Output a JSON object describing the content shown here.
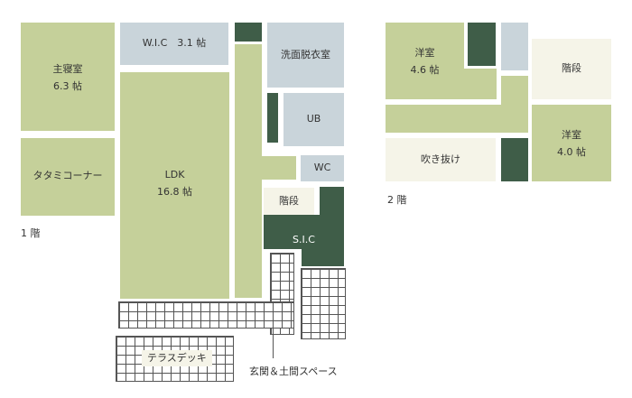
{
  "floor1": {
    "label": "1 階",
    "master_bedroom": {
      "name": "主寝室",
      "size": "6.3 帖"
    },
    "tatami_corner": {
      "name": "タタミコーナー"
    },
    "wic": {
      "label": "W.I.C　3.1 帖"
    },
    "ldk": {
      "name": "LDK",
      "size": "16.8 帖"
    },
    "washroom": {
      "name": "洗面脱衣室"
    },
    "ub": {
      "name": "UB"
    },
    "wc": {
      "name": "WC"
    },
    "stairs": {
      "name": "階段"
    },
    "sic": {
      "name": "S.I.C"
    },
    "terrace": {
      "name": "テラスデッキ"
    },
    "entrance": {
      "name": "玄関＆土間スペース"
    }
  },
  "floor2": {
    "label": "2 階",
    "western_a": {
      "name": "洋室",
      "size": "4.6 帖"
    },
    "stairs": {
      "name": "階段"
    },
    "western_b": {
      "name": "洋室",
      "size": "4.0 帖"
    },
    "atrium": {
      "name": "吹き抜け"
    }
  },
  "colors": {
    "room_green": "#c5d09a",
    "room_blue": "#c9d4da",
    "storage_dark": "#3f5d48",
    "stairs_cream": "#f5f4e8"
  }
}
